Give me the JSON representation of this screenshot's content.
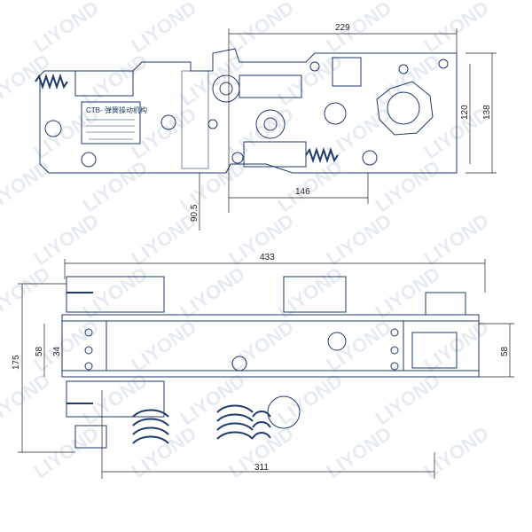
{
  "watermark": "LIYOND",
  "nameplate": {
    "model": "CTB-",
    "title": "弹簧操动机构"
  },
  "top_view": {
    "dimensions": {
      "width_top": "229",
      "height_inner": "120",
      "height_outer": "138",
      "width_lower": "146",
      "offset_left": "90.5"
    }
  },
  "side_view": {
    "dimensions": {
      "overall_width": "433",
      "overall_height": "175",
      "left_58": "58",
      "left_34": "34",
      "right_58": "58",
      "bottom_width": "311"
    }
  }
}
